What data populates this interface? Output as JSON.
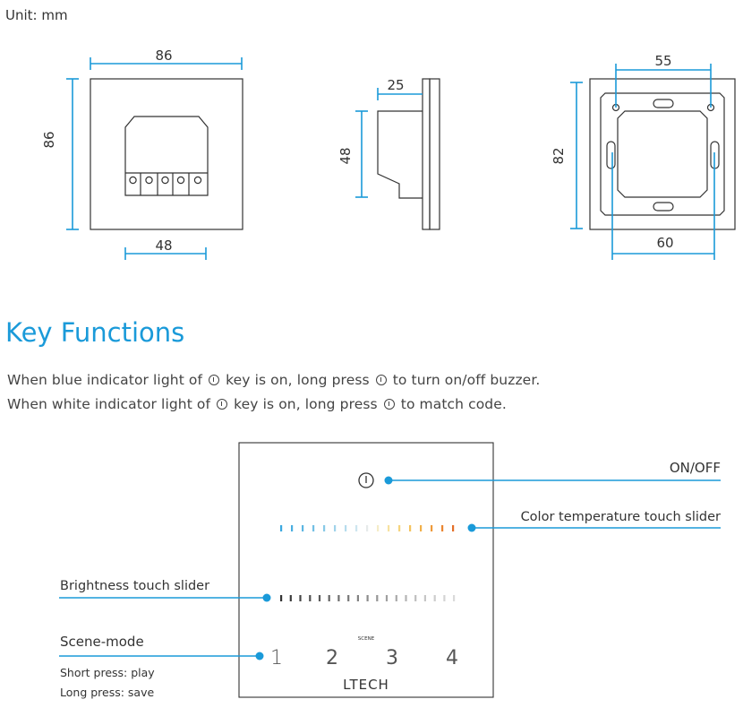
{
  "unit_label": "Unit: mm",
  "dimensions": {
    "front_width": "86",
    "front_height": "86",
    "front_box_width": "48",
    "side_depth": "25",
    "side_height": "48",
    "back_hole_spacing_top": "55",
    "back_hole_spacing_bottom": "60",
    "back_height": "82"
  },
  "key_functions": {
    "title": "Key Functions",
    "line1_a": "When blue indicator light of",
    "line1_b": "key is on, long press",
    "line1_c": "to turn on/off buzzer.",
    "line2_a": "When white indicator light of",
    "line2_b": "key is on, long press",
    "line2_c": "to match code."
  },
  "panel": {
    "scene_label": "SCENE",
    "scene_keys": [
      "1",
      "2",
      "3",
      "4"
    ],
    "brand": "LTECH",
    "color_temp_colors": [
      "#3aa8e0",
      "#4aaee0",
      "#5cb6e2",
      "#72bfe4",
      "#88c9e7",
      "#a0d3ea",
      "#b6dced",
      "#cde5ef",
      "#e6eaea",
      "#f5ecc8",
      "#f7e2a0",
      "#f6d47c",
      "#f4c35e",
      "#f1b04a",
      "#ee9a3a",
      "#ea8530",
      "#e46f28"
    ],
    "brightness_colors": [
      "#333333",
      "#3c3c3c",
      "#464646",
      "#505050",
      "#5a5a5a",
      "#646464",
      "#6e6e6e",
      "#787878",
      "#828282",
      "#8c8c8c",
      "#969696",
      "#a0a0a0",
      "#aaaaaa",
      "#b4b4b4",
      "#bebebe",
      "#c6c6c6",
      "#cdcdcd",
      "#d4d4d4",
      "#dadada"
    ]
  },
  "callouts": {
    "on_off": "ON/OFF",
    "color_temp": "Color temperature touch slider",
    "brightness": "Brightness touch slider",
    "scene_mode": "Scene-mode",
    "short_press": "Short press: play",
    "long_press": "Long press: save"
  },
  "colors": {
    "accent": "#1a9ad9",
    "outline": "#333333"
  }
}
